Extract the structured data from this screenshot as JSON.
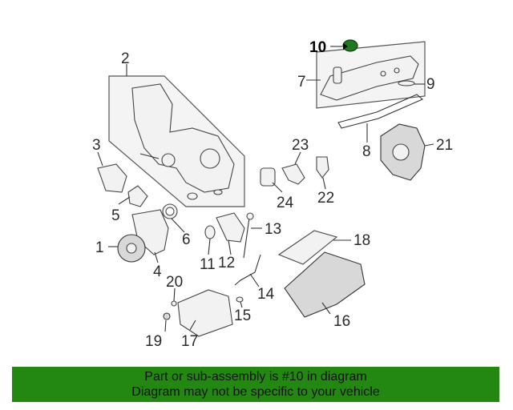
{
  "callouts": {
    "c1": "1",
    "c2": "2",
    "c3": "3",
    "c4": "4",
    "c5": "5",
    "c6": "6",
    "c7": "7",
    "c8": "8",
    "c9": "9",
    "c10": "10",
    "c11": "11",
    "c12": "12",
    "c13": "13",
    "c14": "14",
    "c15": "15",
    "c16": "16",
    "c17": "17",
    "c18": "18",
    "c19": "19",
    "c20": "20",
    "c21": "21",
    "c22": "22",
    "c23": "23",
    "c24": "24"
  },
  "banner": {
    "line1": "Part or sub-assembly is #10 in diagram",
    "line2": "Diagram may not be specific to your vehicle"
  },
  "colors": {
    "banner_bg": "#228811",
    "highlight_part": "#1f7a1f"
  }
}
